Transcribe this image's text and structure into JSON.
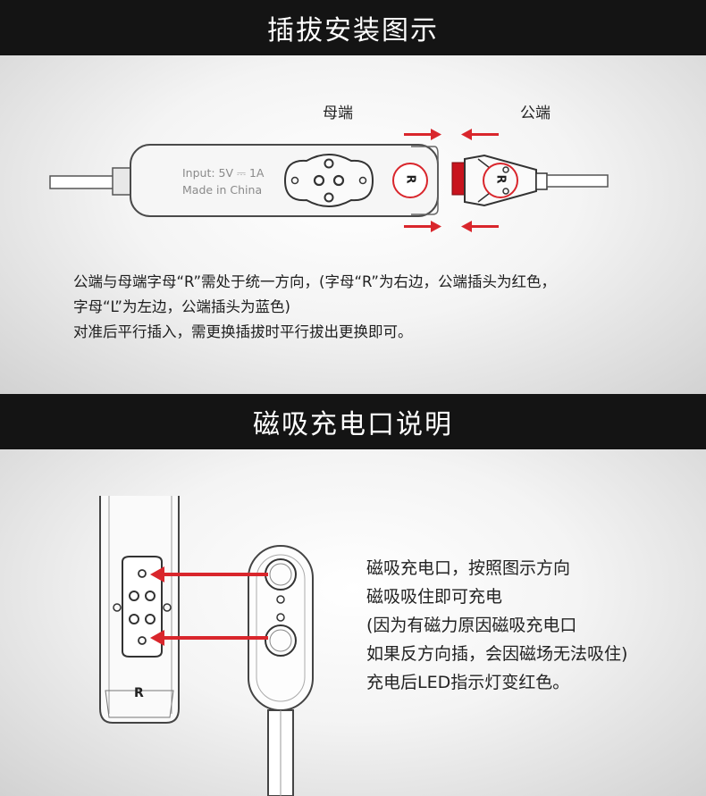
{
  "section1": {
    "title": "插拔安装图示",
    "label_female": "母端",
    "label_male": "公端",
    "device_input": "Input: 5V ⎓ 1A",
    "device_made": "Made in China",
    "letter_r": "R",
    "desc_lines": [
      "公端与母端字母“R”需处于统一方向，(字母“R”为右边，公端插头为红色，",
      "字母“L”为左边，公端插头为蓝色)",
      "对准后平行插入，需更换插拔时平行拔出更换即可。"
    ]
  },
  "section2": {
    "title": "磁吸充电口说明",
    "letter_r": "R",
    "desc_lines": [
      "磁吸充电口，按照图示方向",
      "磁吸吸住即可充电",
      "(因为有磁力原因磁吸充电口",
      "如果反方向插，会因磁场无法吸住)",
      "充电后LED指示灯变红色。"
    ]
  },
  "colors": {
    "banner_bg": "#141414",
    "arrow_red": "#d9262c",
    "plug_red": "#c8141e"
  }
}
